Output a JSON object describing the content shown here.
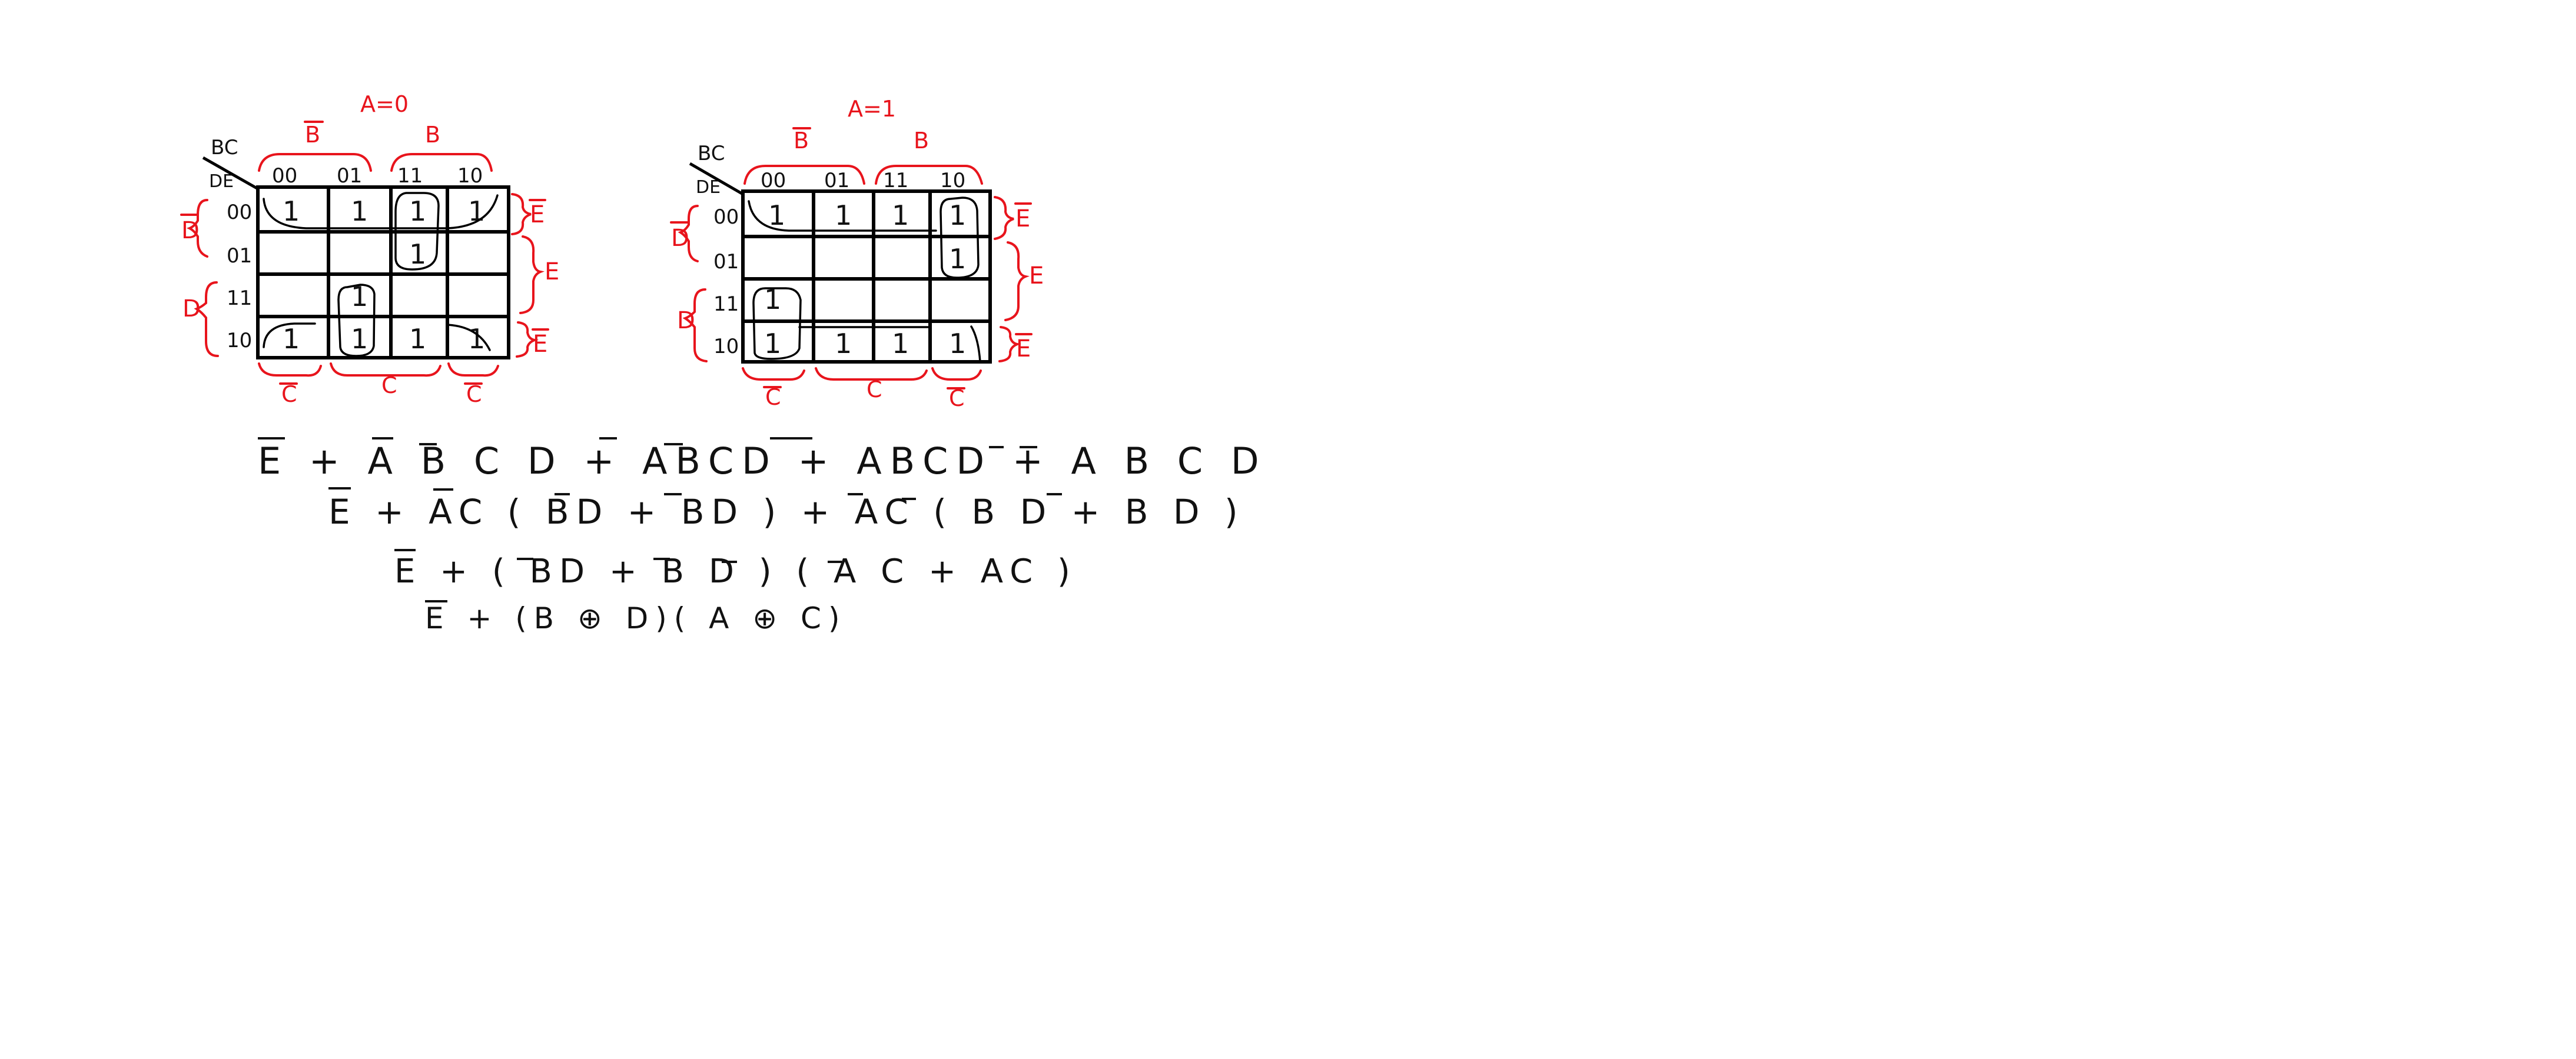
{
  "kmap_left": {
    "title": "A=0",
    "corner_top": "BC",
    "corner_left": "DE",
    "top_groups": [
      "B",
      "B"
    ],
    "col_headers": [
      "00",
      "01",
      "11",
      "10"
    ],
    "row_headers": [
      "00",
      "01",
      "11",
      "10"
    ],
    "left_groups": [
      "D",
      "D"
    ],
    "right_groups": [
      "E",
      "E",
      "E"
    ],
    "bottom_groups": [
      "C",
      "C",
      "C"
    ],
    "cells": [
      [
        "1",
        "1",
        "1",
        "1"
      ],
      [
        "",
        "",
        "1",
        ""
      ],
      [
        "",
        "1",
        "",
        ""
      ],
      [
        "1",
        "1",
        "1",
        "1"
      ]
    ]
  },
  "kmap_right": {
    "title": "A=1",
    "corner_top": "BC",
    "corner_left": "DE",
    "top_groups": [
      "B",
      "B"
    ],
    "col_headers": [
      "00",
      "01",
      "11",
      "10"
    ],
    "row_headers": [
      "00",
      "01",
      "11",
      "10"
    ],
    "left_groups": [
      "D",
      "D"
    ],
    "right_groups": [
      "E",
      "E",
      "E"
    ],
    "bottom_groups": [
      "C",
      "C",
      "C"
    ],
    "cells": [
      [
        "1",
        "1",
        "1",
        "1"
      ],
      [
        "",
        "",
        "",
        "1"
      ],
      [
        "1",
        "",
        "",
        ""
      ],
      [
        "1",
        "1",
        "1",
        "1"
      ]
    ]
  },
  "equations": {
    "line1": "E + A B C D + ABCD + ABCD + A B C D",
    "line2": "E + AC ( BD + BD ) + AC ( B D + B D )",
    "line3": "E + ( BD + B D ) ( A C + AC )",
    "line4": "E + (B ⊕ D)( A ⊕ C)"
  }
}
